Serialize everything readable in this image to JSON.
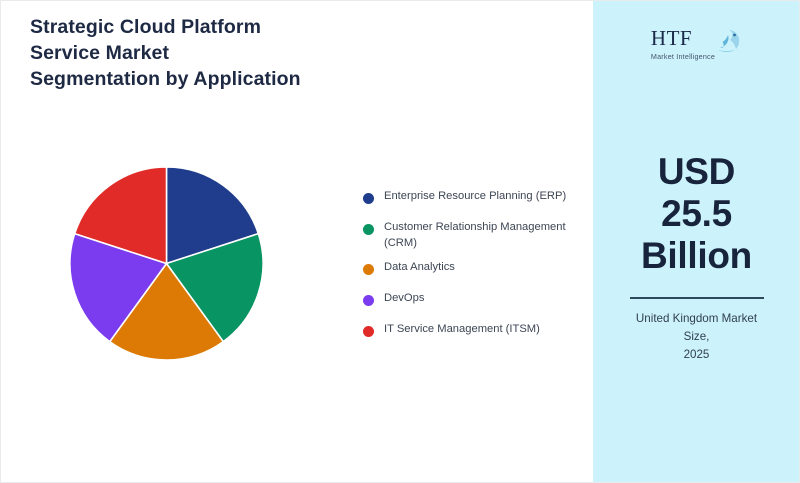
{
  "title": {
    "line1": "Strategic Cloud Platform",
    "line2": "Service Market",
    "line3": "Segmentation by Application"
  },
  "brand": {
    "wordmark": "HTF",
    "tagline": "Market Intelligence",
    "mark_icon": "dolphin-wave-icon"
  },
  "stat_panel": {
    "value_line1": "USD",
    "value_line2": "25.5",
    "value_line3": "Billion",
    "caption_line1": "United Kingdom Market",
    "caption_line2": "Size,",
    "caption_line3": "2025",
    "background_color": "#CCF2FB",
    "divider_color": "#2C4A5C"
  },
  "chart_data": {
    "type": "pie",
    "title": "Strategic Cloud Platform Service Market Segmentation by Application",
    "categories": [
      "Enterprise Resource Planning (ERP)",
      "Customer Relationship Management (CRM)",
      "Data Analytics",
      "DevOps",
      "IT Service Management (ITSM)"
    ],
    "values": [
      20,
      20,
      20,
      20,
      20
    ],
    "colors": [
      "#1F3D8C",
      "#089463",
      "#DC7A05",
      "#7B3CEF",
      "#E02B28"
    ],
    "start_angle": 0,
    "direction": "clockwise",
    "legend_position": "right",
    "grid": false,
    "labels_shown": false
  },
  "legend": {
    "items": [
      {
        "label": "Enterprise Resource Planning (ERP)",
        "color": "#1F3D8C"
      },
      {
        "label": "Customer Relationship Management (CRM)",
        "color": "#089463"
      },
      {
        "label": "Data Analytics",
        "color": "#DC7A05"
      },
      {
        "label": "DevOps",
        "color": "#7B3CEF"
      },
      {
        "label": "IT Service Management (ITSM)",
        "color": "#E02B28"
      }
    ]
  }
}
